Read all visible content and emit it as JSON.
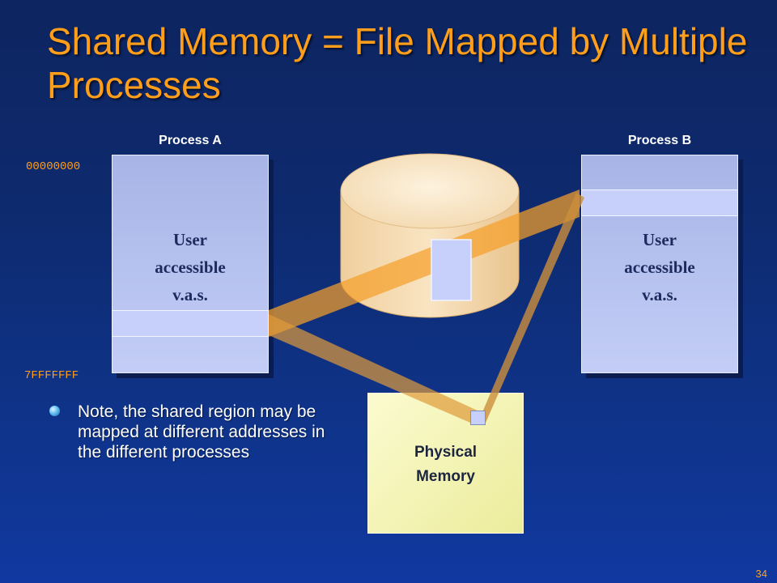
{
  "slide": {
    "title": "Shared Memory = File Mapped by Multiple Processes",
    "page_number": "34"
  },
  "process_a": {
    "label": "Process A",
    "vas_lines": [
      "User",
      "accessible",
      "v.a.s."
    ]
  },
  "process_b": {
    "label": "Process B",
    "vas_lines": [
      "User",
      "accessible",
      "v.a.s."
    ]
  },
  "addresses": {
    "top": "00000000",
    "bottom": "7FFFFFFF"
  },
  "physical_memory": {
    "line1": "Physical",
    "line2": "Memory"
  },
  "note": {
    "text": "Note, the shared region may be mapped at different addresses in the different processes"
  },
  "colors": {
    "title": "#ff9e1a",
    "mapping": "#f5a02a",
    "region": "#c6d0fa"
  }
}
